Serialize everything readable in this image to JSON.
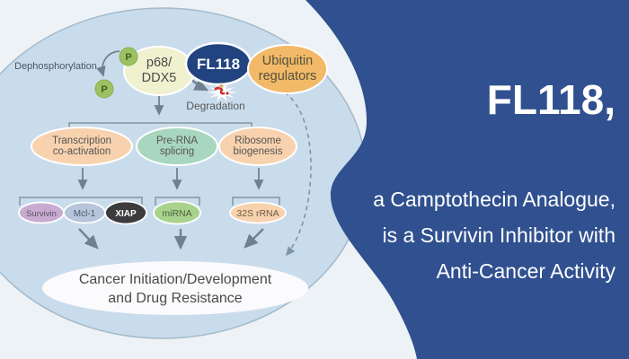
{
  "right_panel": {
    "title": "FL118,",
    "lines": [
      "a Camptothecin Analogue,",
      "is a Survivin Inhibitor with",
      "Anti-Cancer Activity"
    ]
  },
  "diagram": {
    "dephosphorylation_label": "Dephosphorylation",
    "degradation_label": "Degradation",
    "phosphate_label": "P",
    "p68": {
      "line1": "p68/",
      "line2": "DDX5"
    },
    "fl118": "FL118",
    "ubiquitin": {
      "line1": "Ubiquitin",
      "line2": "regulators"
    },
    "transcription": {
      "line1": "Transcription",
      "line2": "co-activation"
    },
    "pre_rna": {
      "line1": "Pre-RNA",
      "line2": "splicing"
    },
    "ribosome": {
      "line1": "Ribosome",
      "line2": "biogenesis"
    },
    "survivin": "Survivin",
    "mcl1": "Mcl-1",
    "xiap": "XIAP",
    "mirna": "miRNA",
    "rrna_32s": "32S rRNA",
    "outcome": {
      "line1": "Cancer Initiation/Development",
      "line2": "and Drug Resistance"
    }
  },
  "colors": {
    "panel_blue": "#30508f",
    "background": "#edf2f6",
    "cell_fill": "#c9dcec",
    "cell_border": "#a3bac9",
    "fl118_node": "#21437f",
    "orange_node": "#f2b968",
    "peach_node": "#f8d2ae",
    "teal_node": "#a9d6bf",
    "light_green_node": "#a9d28d",
    "pale_yellow_node": "#eff1cf",
    "purple_node": "#c9abd1",
    "bluegray_node": "#b7c5da",
    "dark_node": "#3c3c3e",
    "phosphate_green": "#9cc162",
    "outcome_fill": "#fbfafc",
    "arrow_gray": "#72828e"
  }
}
